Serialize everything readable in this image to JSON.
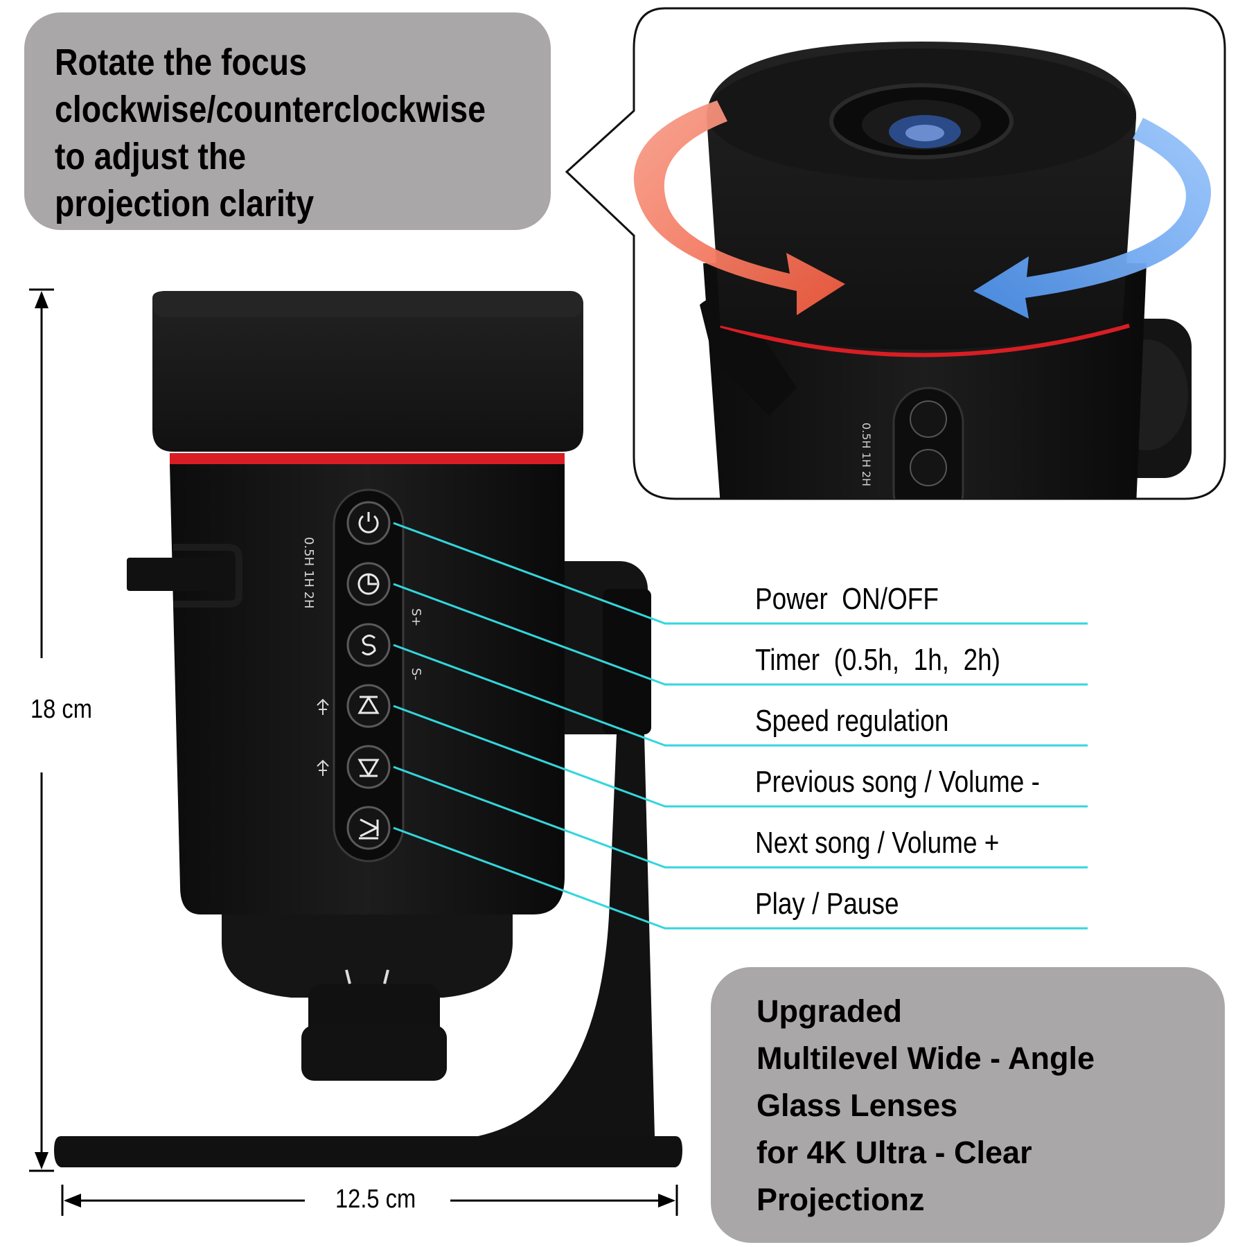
{
  "focus_note": {
    "lines": [
      "Rotate the focus",
      "clockwise/counterclockwise",
      "to adjust the",
      "projection clarity"
    ]
  },
  "lens_note": {
    "lines": [
      "Upgraded",
      "Multilevel Wide - Angle",
      "Glass Lenses",
      "for 4K Ultra - Clear",
      "Projectionz"
    ]
  },
  "buttons": [
    {
      "label": "Power  ON/OFF",
      "icon": "power-icon"
    },
    {
      "label": "Timer  (0.5h,  1h,  2h)",
      "icon": "timer-icon"
    },
    {
      "label": "Speed regulation",
      "icon": "speed-icon"
    },
    {
      "label": "Previous song / Volume -",
      "icon": "previous-icon"
    },
    {
      "label": "Next song / Volume +",
      "icon": "next-icon"
    },
    {
      "label": "Play / Pause",
      "icon": "play-pause-icon"
    }
  ],
  "device_marks": {
    "timer_options": "0.5H  1H  2H",
    "speed_up": "S+",
    "speed_down": "S-"
  },
  "dimensions": {
    "height": "18 cm",
    "width": "12.5 cm"
  },
  "colors": {
    "callout_bg": "#a9a7a8",
    "leader_line": "#33d6dc",
    "accent_red": "#d81e24",
    "arrow_warm": "#f2705a",
    "arrow_cool": "#5b9cf0"
  }
}
